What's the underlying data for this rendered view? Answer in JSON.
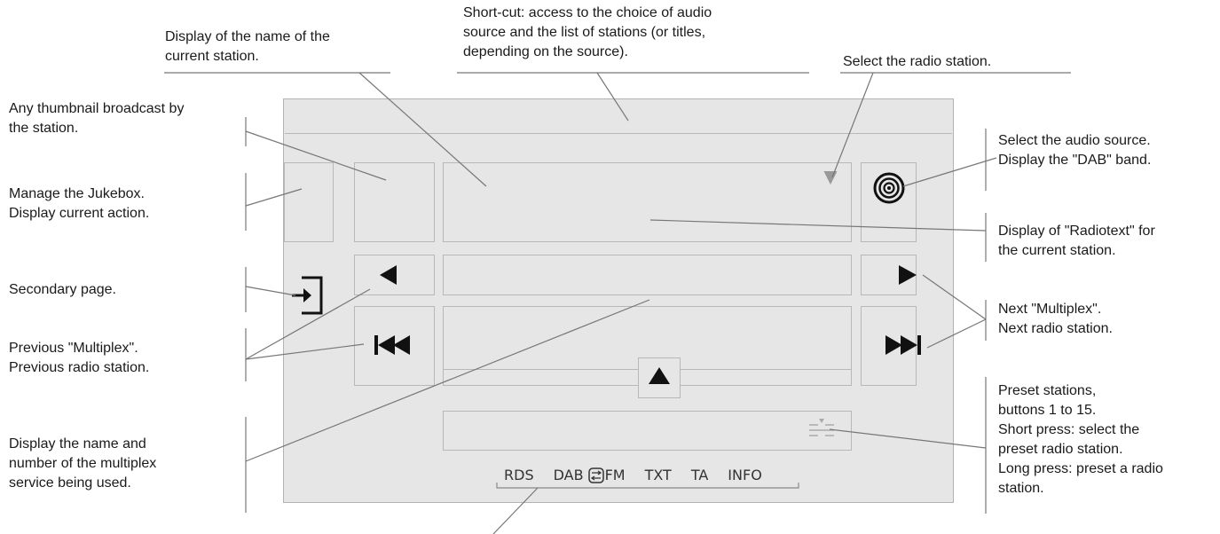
{
  "callouts": {
    "short_cut": [
      "Short-cut: access to the choice of audio",
      "source and the list of stations (or titles,",
      "depending on the source)."
    ],
    "station_name": [
      "Display of the name of the",
      "current station."
    ],
    "select_station": [
      "Select the radio station."
    ],
    "thumbnail": [
      "Any thumbnail broadcast by",
      "the station."
    ],
    "jukebox": [
      "Manage the Jukebox.",
      "Display current action."
    ],
    "secondary_page": [
      "Secondary page."
    ],
    "previous": [
      "Previous \"Multiplex\".",
      "Previous radio station."
    ],
    "multiplex_name": [
      "Display the name and",
      "number of the multiplex",
      "service being used."
    ],
    "audio_source": [
      "Select the audio source.",
      "Display the \"DAB\" band."
    ],
    "radiotext": [
      "Display of \"Radiotext\" for",
      "the current station."
    ],
    "next": [
      "Next \"Multiplex\".",
      "Next radio station."
    ],
    "presets": [
      "Preset stations,",
      "buttons 1 to 15.",
      "Short press: select the",
      "preset radio station.",
      "Long press: preset a radio",
      "station."
    ]
  },
  "status_bar": {
    "rds": "RDS",
    "dab": "DAB",
    "fm": "FM",
    "txt": "TXT",
    "ta": "TA",
    "info": "INFO"
  },
  "icons": [
    "dab-radio-icon",
    "exit-icon",
    "left-arrow-icon",
    "right-arrow-icon",
    "previous-track-icon",
    "next-track-icon",
    "up-arrow-icon",
    "preset-list-icon",
    "dab-fm-switch-icon"
  ],
  "colors": {
    "screen": "#e6e6e6",
    "border": "#b3b3b3",
    "leader": "#888888",
    "icon": "#111111"
  }
}
